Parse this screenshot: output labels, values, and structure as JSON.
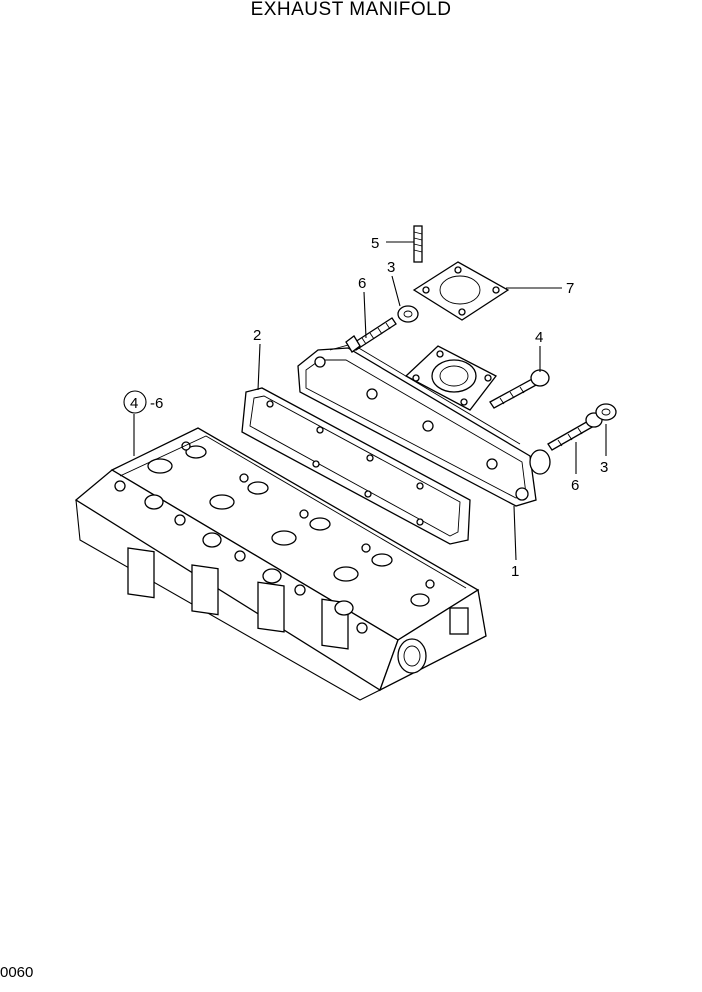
{
  "title": "EXHAUST MANIFOLD",
  "page_code": "0060",
  "callouts": {
    "c1": "1",
    "c2": "2",
    "c3a": "3",
    "c3b": "3",
    "c4": "4",
    "c4_circled": "4",
    "c4_suffix": "-6",
    "c5": "5",
    "c6a": "6",
    "c6b": "6",
    "c7": "7"
  }
}
